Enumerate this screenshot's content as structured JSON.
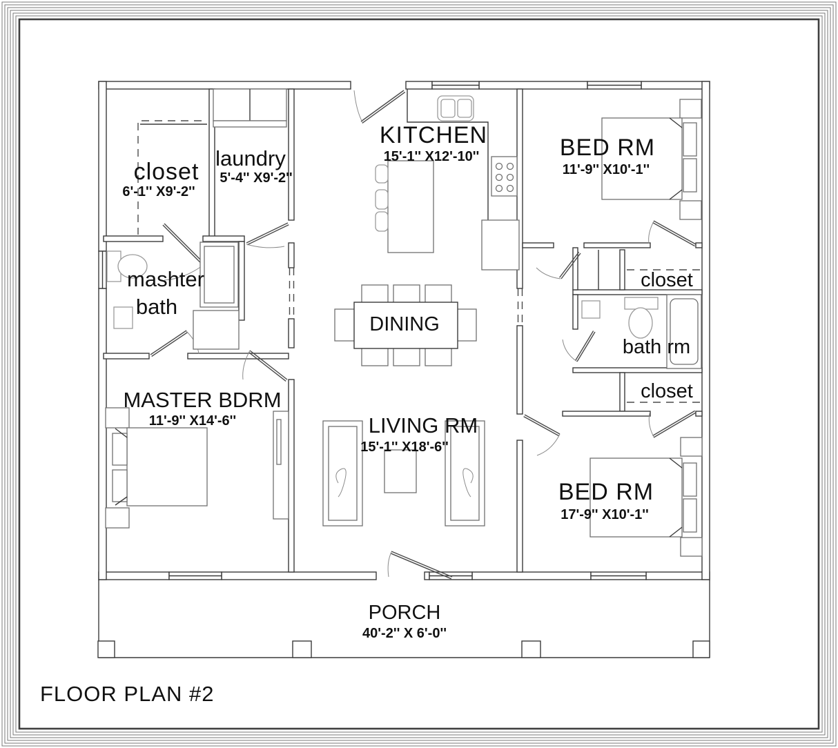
{
  "title": "FLOOR PLAN #2",
  "colors": {
    "wall": "#3a3a3a",
    "fixture": "#9a9a9a",
    "border": "#7a7a7a",
    "text": "#101010"
  },
  "rooms": {
    "closet_left": {
      "name": "closet",
      "dims": "6'-1'' X9'-2''"
    },
    "laundry": {
      "name": "laundry",
      "dims": "5'-4'' X9'-2''"
    },
    "kitchen": {
      "name": "KITCHEN",
      "dims": "15'-1'' X12'-10''"
    },
    "bed_rm_top": {
      "name": "BED RM",
      "dims": "11'-9'' X10'-1''"
    },
    "master_bath": {
      "line1": "mashter",
      "line2": "bath"
    },
    "dining": {
      "name": "DINING"
    },
    "closet_right_top": {
      "name": "closet"
    },
    "bath_rm": {
      "name": "bath rm"
    },
    "closet_right_bottom": {
      "name": "closet"
    },
    "master_bdrm": {
      "name": "MASTER BDRM",
      "dims": "11'-9'' X14'-6''"
    },
    "living_rm": {
      "name": "LIVING RM",
      "dims": "15'-1'' X18'-6''"
    },
    "bed_rm_bottom": {
      "name": "BED RM",
      "dims": "17'-9'' X10'-1''"
    },
    "porch": {
      "name": "PORCH",
      "dims": "40'-2'' X 6'-0''"
    }
  }
}
